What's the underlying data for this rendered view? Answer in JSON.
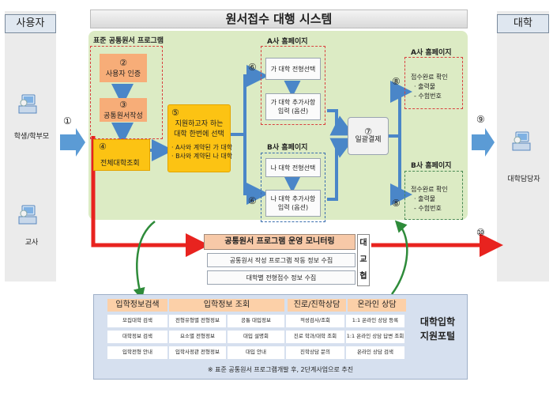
{
  "user_column": {
    "title": "사용자",
    "student_label": "학생/학부모",
    "teacher_label": "교사"
  },
  "univ_column": {
    "title": "대학",
    "staff_label": "대학담당자"
  },
  "system_title": "원서접수 대행 시스템",
  "common_program": {
    "title": "표준 공통원서 프로그램",
    "steps": [
      {
        "num": "②",
        "label": "사용자 인증"
      },
      {
        "num": "③",
        "label": "공통원서작성"
      },
      {
        "num": "④",
        "label": "전체대학조회"
      }
    ]
  },
  "select_box": {
    "num": "⑤",
    "line1": "지원하고자 하는",
    "line2": "대학 한번에 선택",
    "bullet1": "· A사와 계약된 가 대학",
    "bullet2": "· B사와 계약된 나 대학"
  },
  "homepage_a": {
    "title": "A사 홈페이지",
    "box1": "가 대학 전형선택",
    "box2_line1": "가 대학 추가사항",
    "box2_line2": "입력 (옵션)"
  },
  "homepage_b": {
    "title": "B사 홈페이지",
    "box1": "나 대학 전형선택",
    "box2_line1": "나 대학 추가사항",
    "box2_line2": "입력 (옵션)"
  },
  "payment": {
    "num": "⑦",
    "label": "일괄결제"
  },
  "result_a": {
    "title": "A사 홈페이지",
    "line1": "접수완료 확인",
    "line2": "· 출력물",
    "line3": "- 수험번호"
  },
  "result_b": {
    "title": "B사 홈페이지",
    "line1": "접수완료 확인",
    "line2": "· 출력물",
    "line3": "- 수험번호"
  },
  "numbers": {
    "n1": "①",
    "n6a": "⑥",
    "n6b": "⑥",
    "n8a": "⑧",
    "n8b": "⑧",
    "n9": "⑨",
    "n10": "⑩"
  },
  "monitoring": {
    "title": "공통원서 프로그램 운영 모니터링",
    "row1": "공통원서 작성 프로그램 작동 정보 수집",
    "row2": "대학별 전형접수 정보 수집",
    "council_chars": [
      "대",
      "교",
      "협"
    ]
  },
  "portal": {
    "tabs": [
      "입학정보검색",
      "입학정보 조회",
      "진로/진학상담",
      "온라인 상담"
    ],
    "cells": [
      "모집대학 검색",
      "전형유형별 전형정보",
      "공통 대입정보",
      "적성검사/조회",
      "1:1 온라인 상담 등록",
      "대학정보 검색",
      "요소별 전형정보",
      "대입 설명회",
      "진로 학과/대학 조회",
      "1:1 온라인 상담 답변 조회",
      "입학전형 안내",
      "입학사정관 전형정보",
      "대입 안내",
      "진학상담 문의",
      "온라인 상담 검색"
    ],
    "side_title_line1": "대학입학",
    "side_title_line2": "지원포털",
    "footnote": "※ 표준 공통원서 프로그램개발 후, 2단계사업으로 추진"
  },
  "colors": {
    "green_area": "#dcebc4",
    "orange_step": "#f7ad78",
    "yellow_box": "#fcc313",
    "blue_arrow": "#4a86c8",
    "red_arrow": "#e8231f",
    "green_arrow": "#2e8b3a",
    "monitor_title_bg": "#f7c9a8"
  },
  "icons": [
    "computer-user-icon",
    "computer-user-icon",
    "computer-user-icon"
  ]
}
